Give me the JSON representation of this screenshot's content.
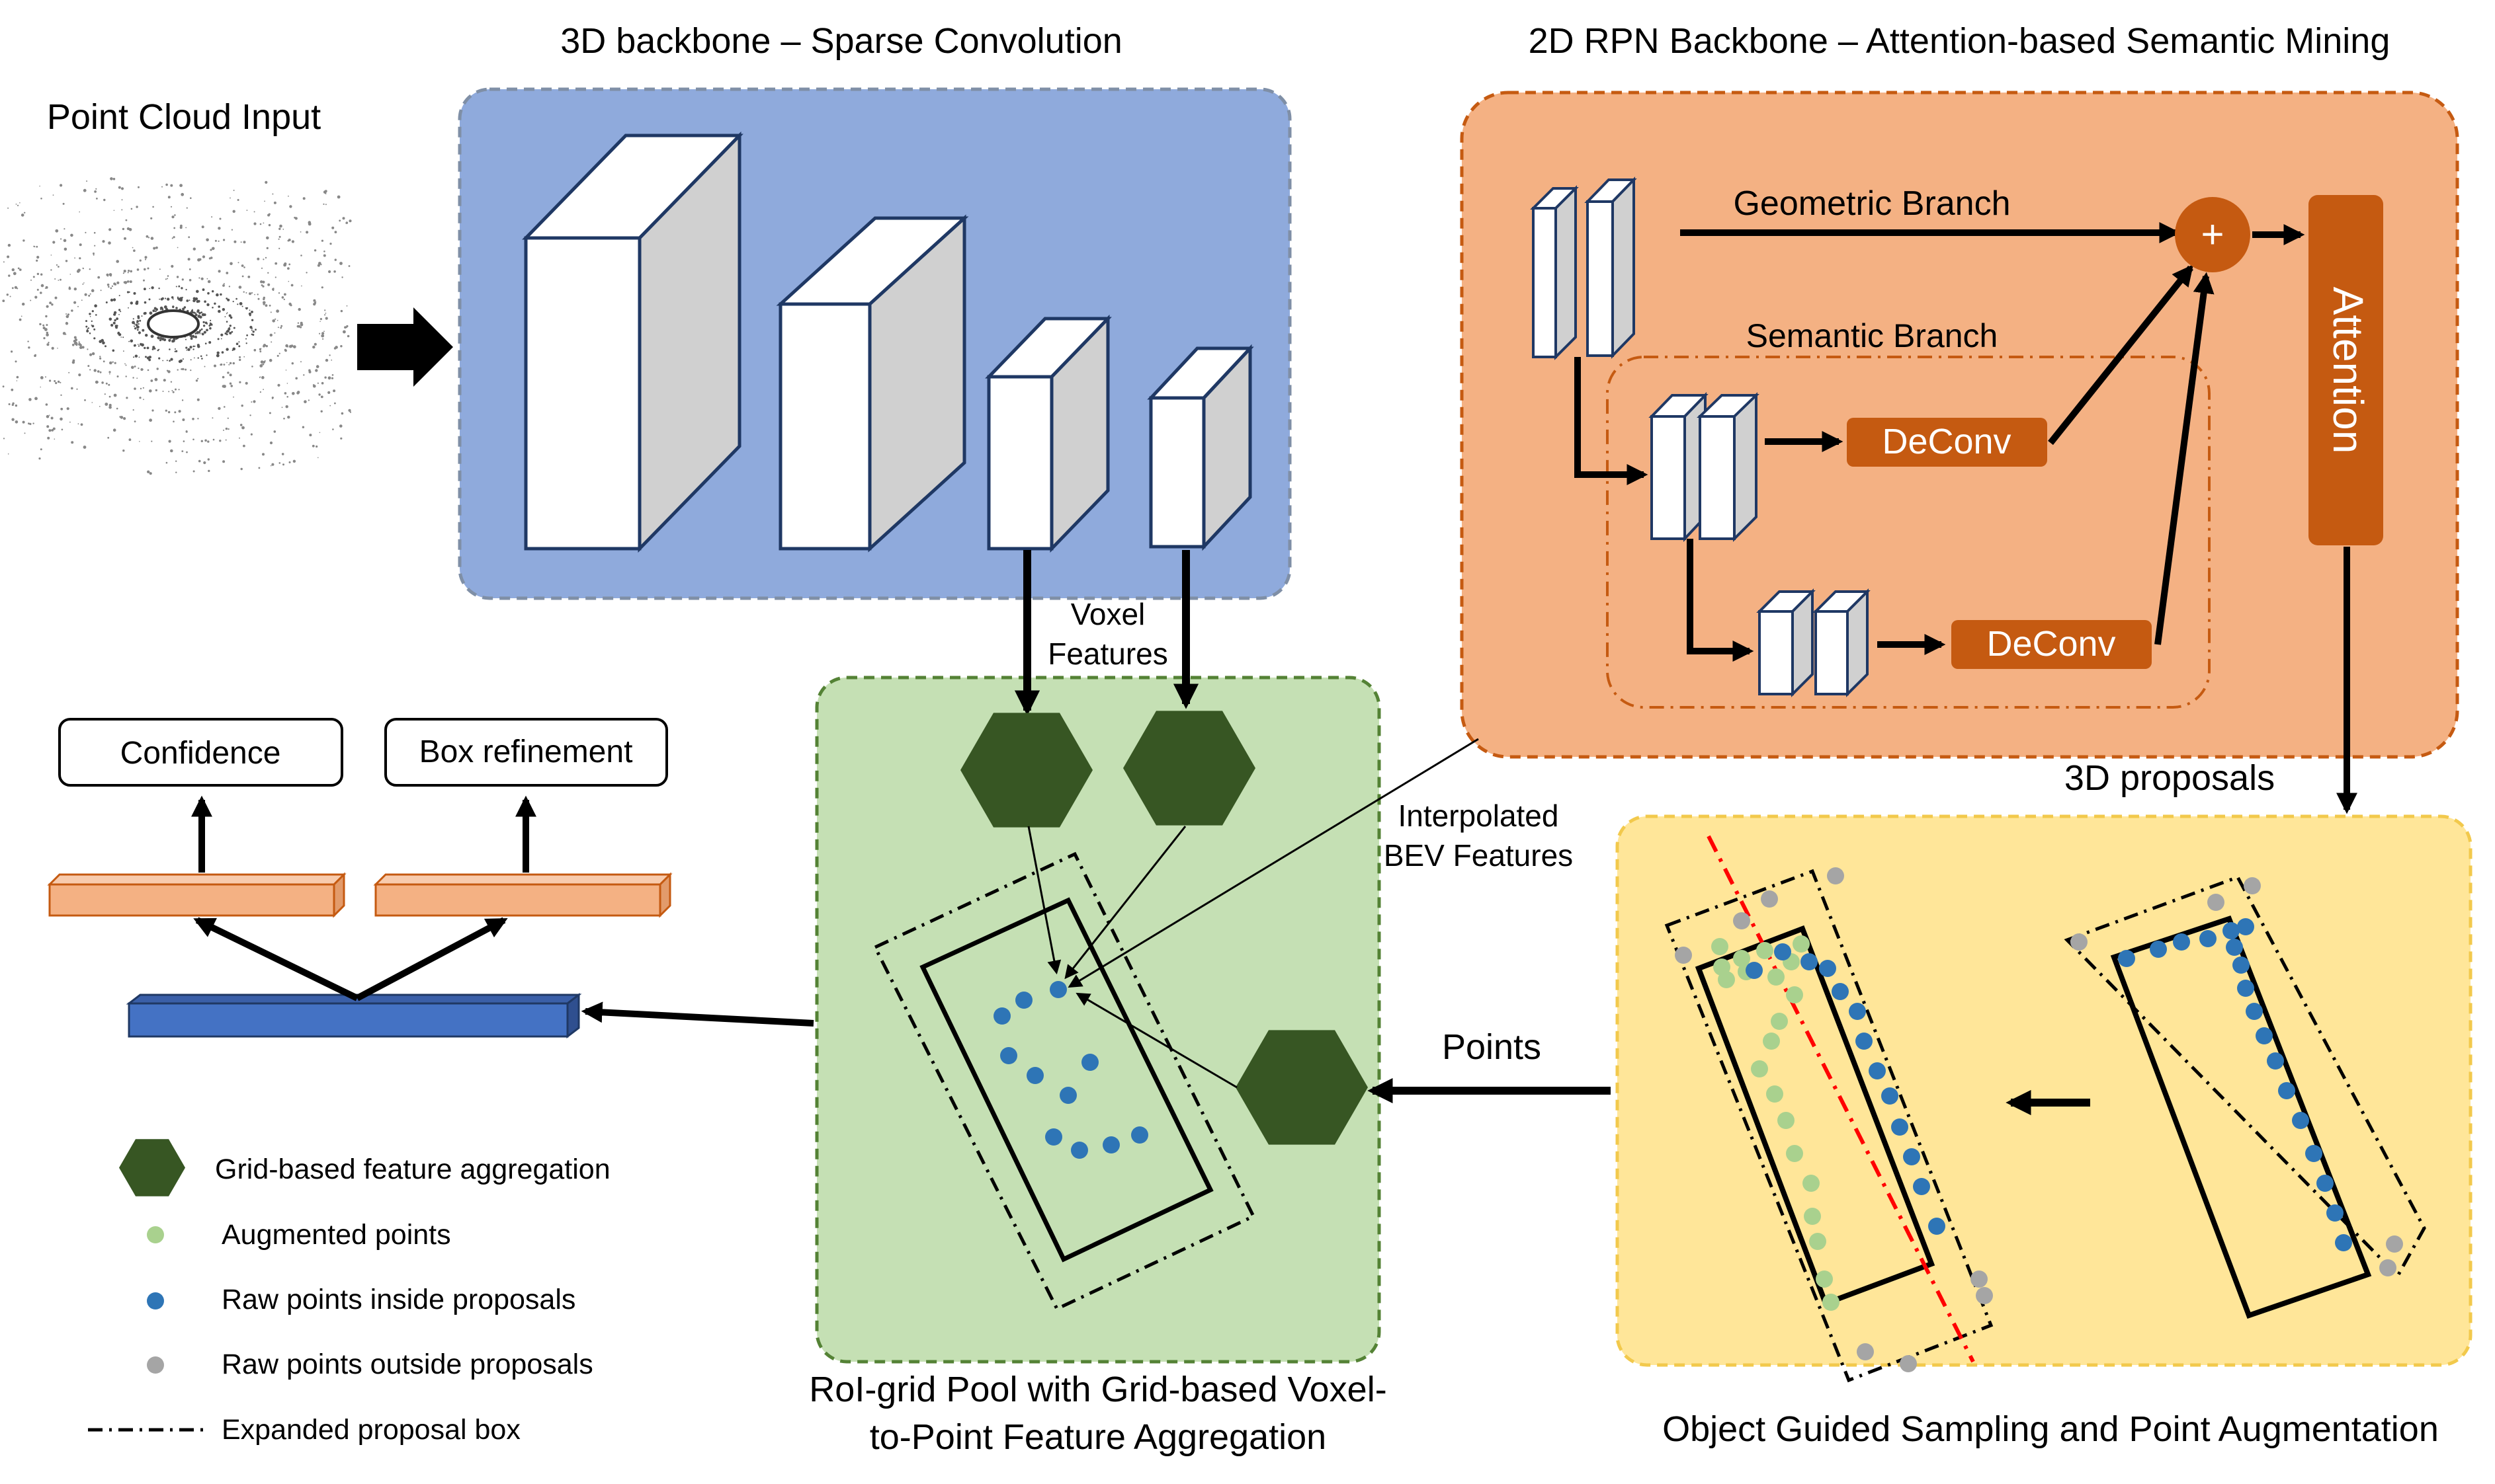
{
  "titles": {
    "point_cloud": "Point Cloud Input",
    "backbone3d": "3D backbone – Sparse Convolution",
    "rpn2d": "2D RPN Backbone – Attention-based Semantic Mining",
    "roi_pool_line1": "RoI-grid Pool with Grid-based Voxel-",
    "roi_pool_line2": "to-Point Feature Aggregation",
    "sampling": "Object Guided Sampling and Point Augmentation"
  },
  "rpn": {
    "geometric_branch": "Geometric Branch",
    "semantic_branch": "Semantic Branch",
    "deconv1": "DeConv",
    "deconv2": "DeConv",
    "plus": "+",
    "attention": "Attention"
  },
  "labels": {
    "voxel_line1": "Voxel",
    "voxel_line2": "Features",
    "interp_line1": "Interpolated",
    "interp_line2": "BEV Features",
    "proposals": "3D proposals",
    "points": "Points"
  },
  "outputs": {
    "confidence": "Confidence",
    "box_refinement": "Box refinement"
  },
  "legend": {
    "grid_agg": "Grid-based feature aggregation",
    "augmented": "Augmented points",
    "raw_inside": "Raw points inside proposals",
    "raw_outside": "Raw points outside proposals",
    "expanded_box": "Expanded proposal box"
  },
  "colors": {
    "blue_panel": "#8faadc",
    "orange_panel": "#f4b183",
    "green_panel": "#c5e0b4",
    "yellow_panel": "#ffe699",
    "dark_orange": "#c55a11",
    "hexagon": "#375623",
    "raw_point": "#2e75b6",
    "augmented_point": "#a9d18e",
    "outside_point": "#a5a5a5",
    "salmon_bar": "#f4b183",
    "blue_bar": "#4472c4",
    "red_line": "#ff0000"
  }
}
